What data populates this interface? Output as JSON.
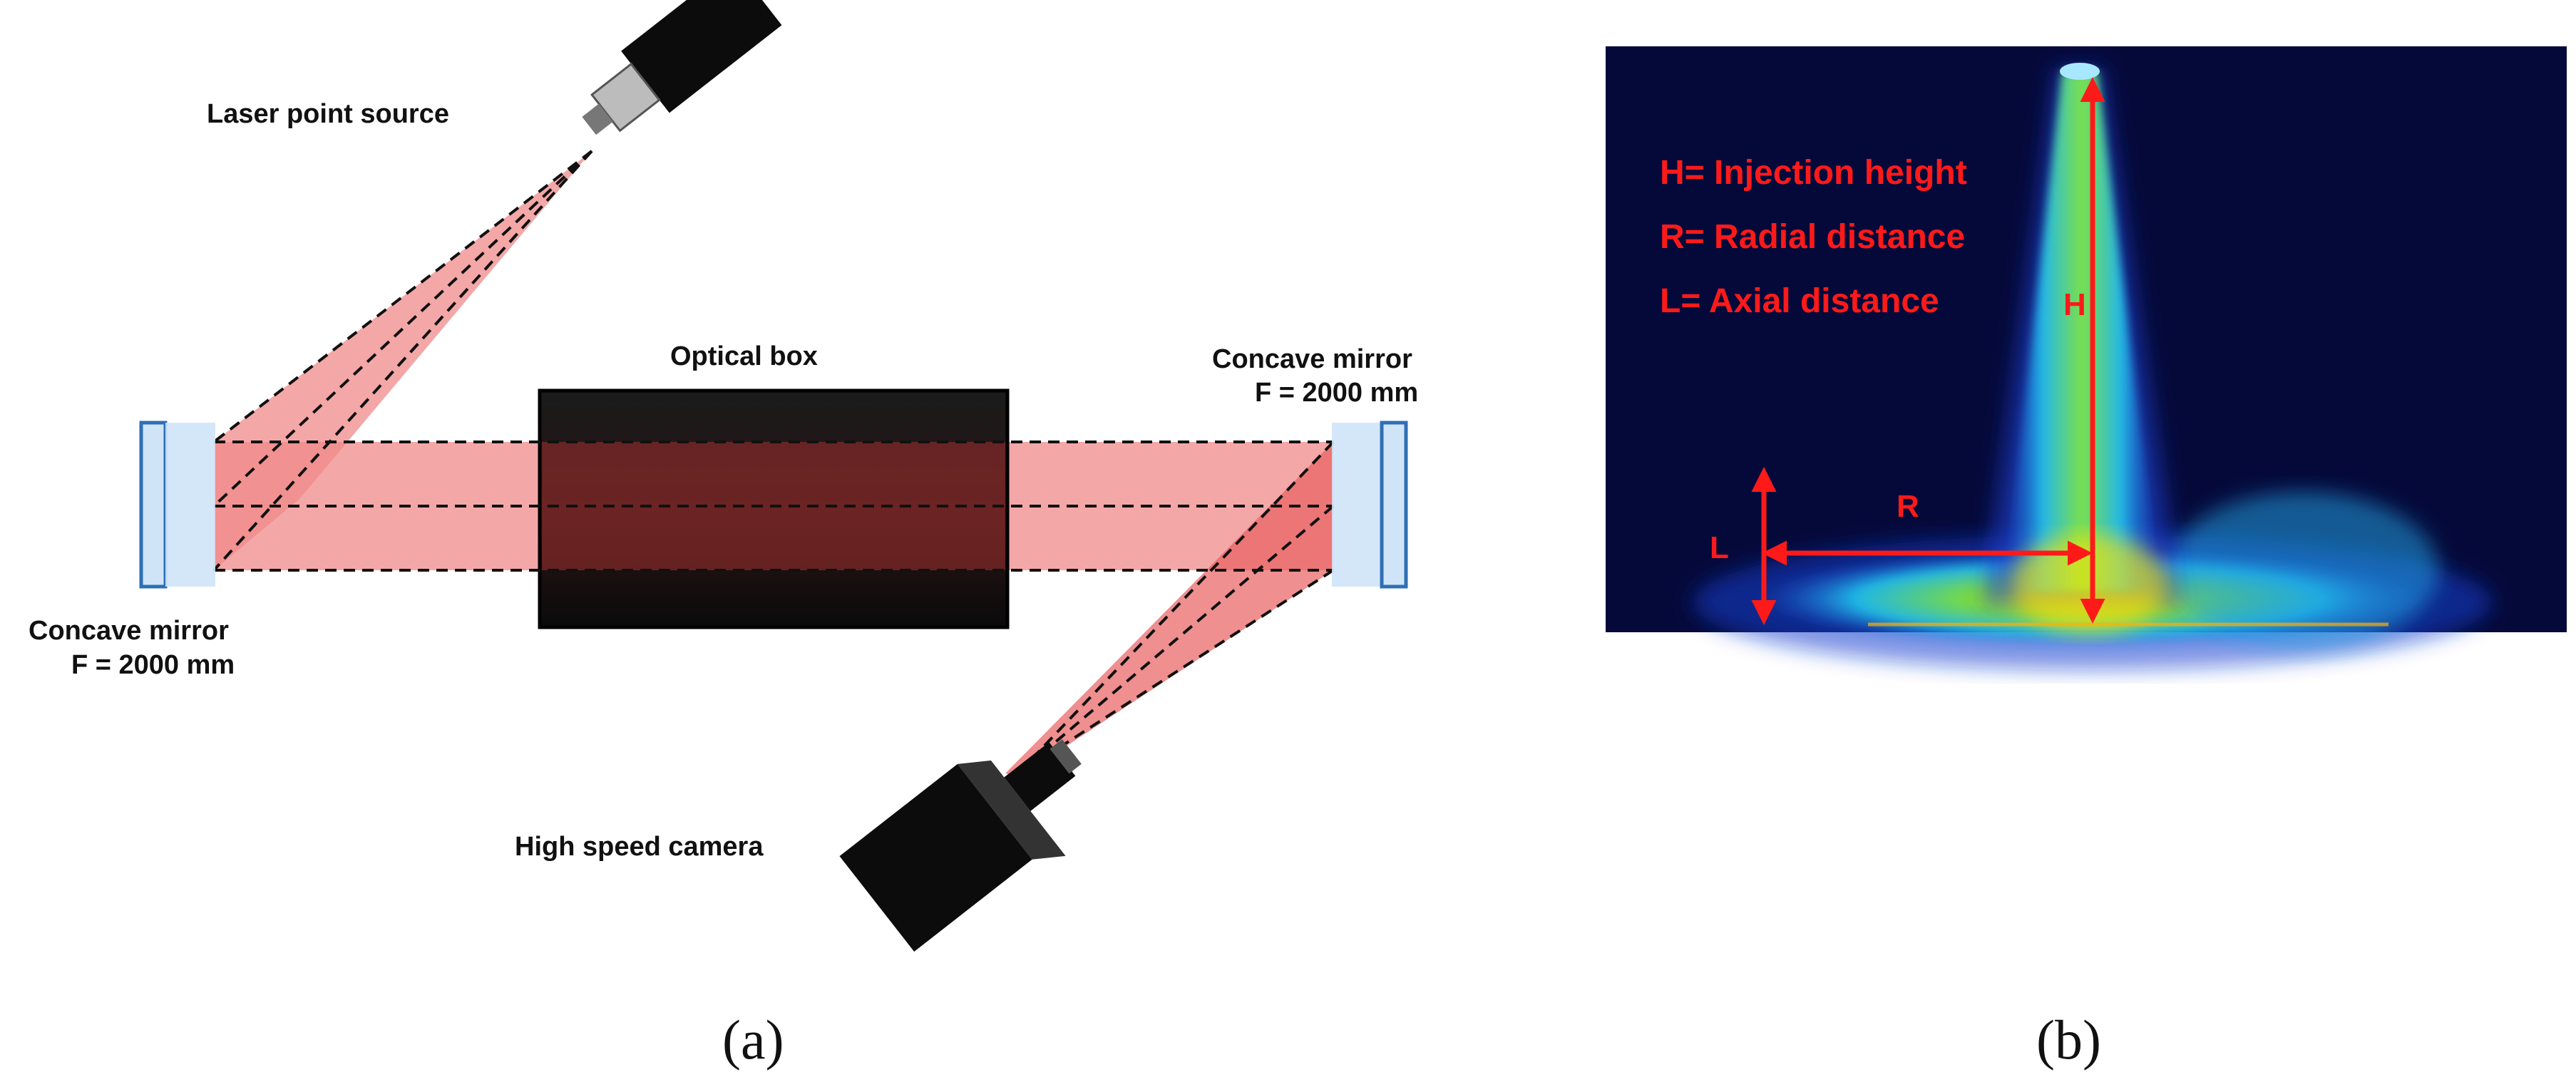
{
  "figure": {
    "panel_a": {
      "caption": "(a)",
      "labels": {
        "laser": "Laser point source",
        "optical_box": "Optical box",
        "mirror_left": [
          "Concave mirror",
          "F = 2000 mm"
        ],
        "mirror_right": [
          "Concave mirror",
          "F = 2000 mm"
        ],
        "camera": "High speed camera"
      }
    },
    "panel_b": {
      "caption": "(b)",
      "legend": [
        "H= Injection height",
        "R= Radial distance",
        "L= Axial distance"
      ],
      "markers": {
        "h": "H",
        "r": "R",
        "l": "L"
      }
    }
  },
  "colors": {
    "beam": "#f08a8a",
    "mirror": "#cfe4f7",
    "mirror_edge": "#2f6fb5",
    "annotation": "#ff1a1a",
    "plume_bg": "#05093a"
  },
  "icons": [
    "laser-icon",
    "camera-icon",
    "mirror-icon"
  ]
}
